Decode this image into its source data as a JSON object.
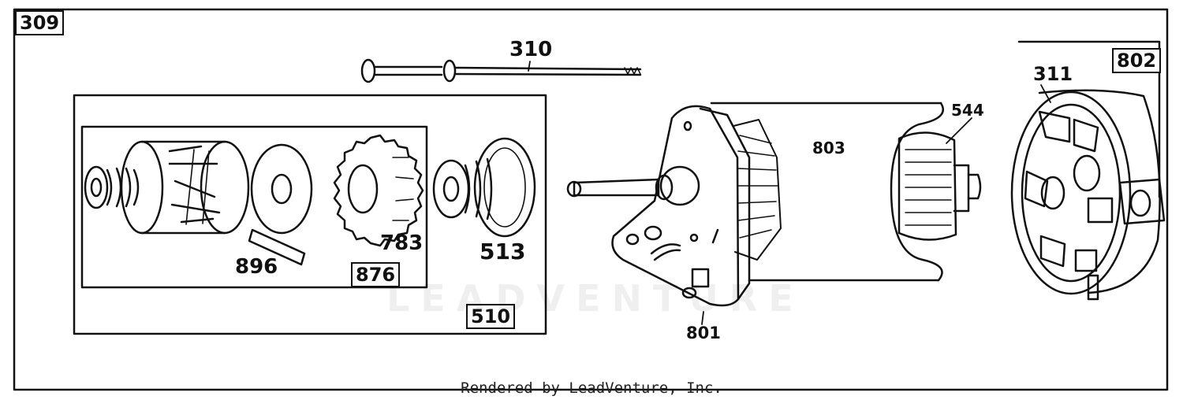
{
  "diagram": {
    "figure_number": "309",
    "callouts": {
      "p310": "310",
      "p802": "802",
      "p311": "311",
      "p544": "544",
      "p803": "803",
      "p801": "801",
      "p783": "783",
      "p513": "513",
      "p896": "896",
      "p876": "876",
      "p510": "510"
    },
    "watermark": "LEADVENTURE",
    "footer": "Rendered by LeadVenture, Inc."
  }
}
